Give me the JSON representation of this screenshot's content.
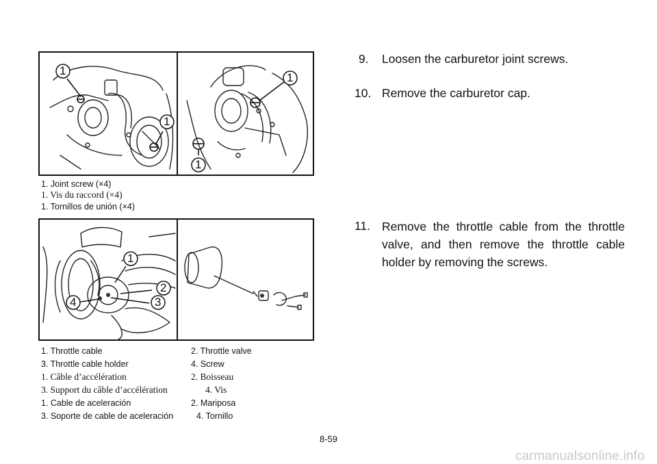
{
  "figure1": {
    "left_callouts": [
      "1",
      "1"
    ],
    "right_callouts": [
      "1",
      "1"
    ],
    "captions": {
      "en": "1.  Joint screw (×4)",
      "fr": "1.  Vis du raccord (×4)",
      "es": "1.  Tornillos de unión (×4)"
    }
  },
  "figure2": {
    "callouts": [
      "1",
      "2",
      "3",
      "4"
    ],
    "captions": {
      "en_row1_a": "1.  Throttle cable",
      "en_row1_b": "2.  Throttle valve",
      "en_row2_a": "3.  Throttle cable holder",
      "en_row2_b": "4.  Screw",
      "fr_row1_a": "1.  Câble d’accélération",
      "fr_row1_b": "2.  Boisseau",
      "fr_row2_a": "3.  Support du câble d’accélération",
      "fr_row2_b": "4.  Vis",
      "es_row1_a": "1.  Cable de aceleración",
      "es_row1_b": "2.  Mariposa",
      "es_row2_a": "3.  Soporte de cable de aceleración",
      "es_row2_b": "4.  Tornillo"
    }
  },
  "steps": [
    {
      "num": "9.",
      "text": "Loosen the carburetor joint screws."
    },
    {
      "num": "10.",
      "text": "Remove the carburetor cap."
    },
    {
      "num": "11.",
      "text": "Remove the throttle cable from the throttle valve, and then remove the throttle cable holder by removing the screws."
    }
  ],
  "page_number": "8-59",
  "watermark": "carmanualsonline.info"
}
